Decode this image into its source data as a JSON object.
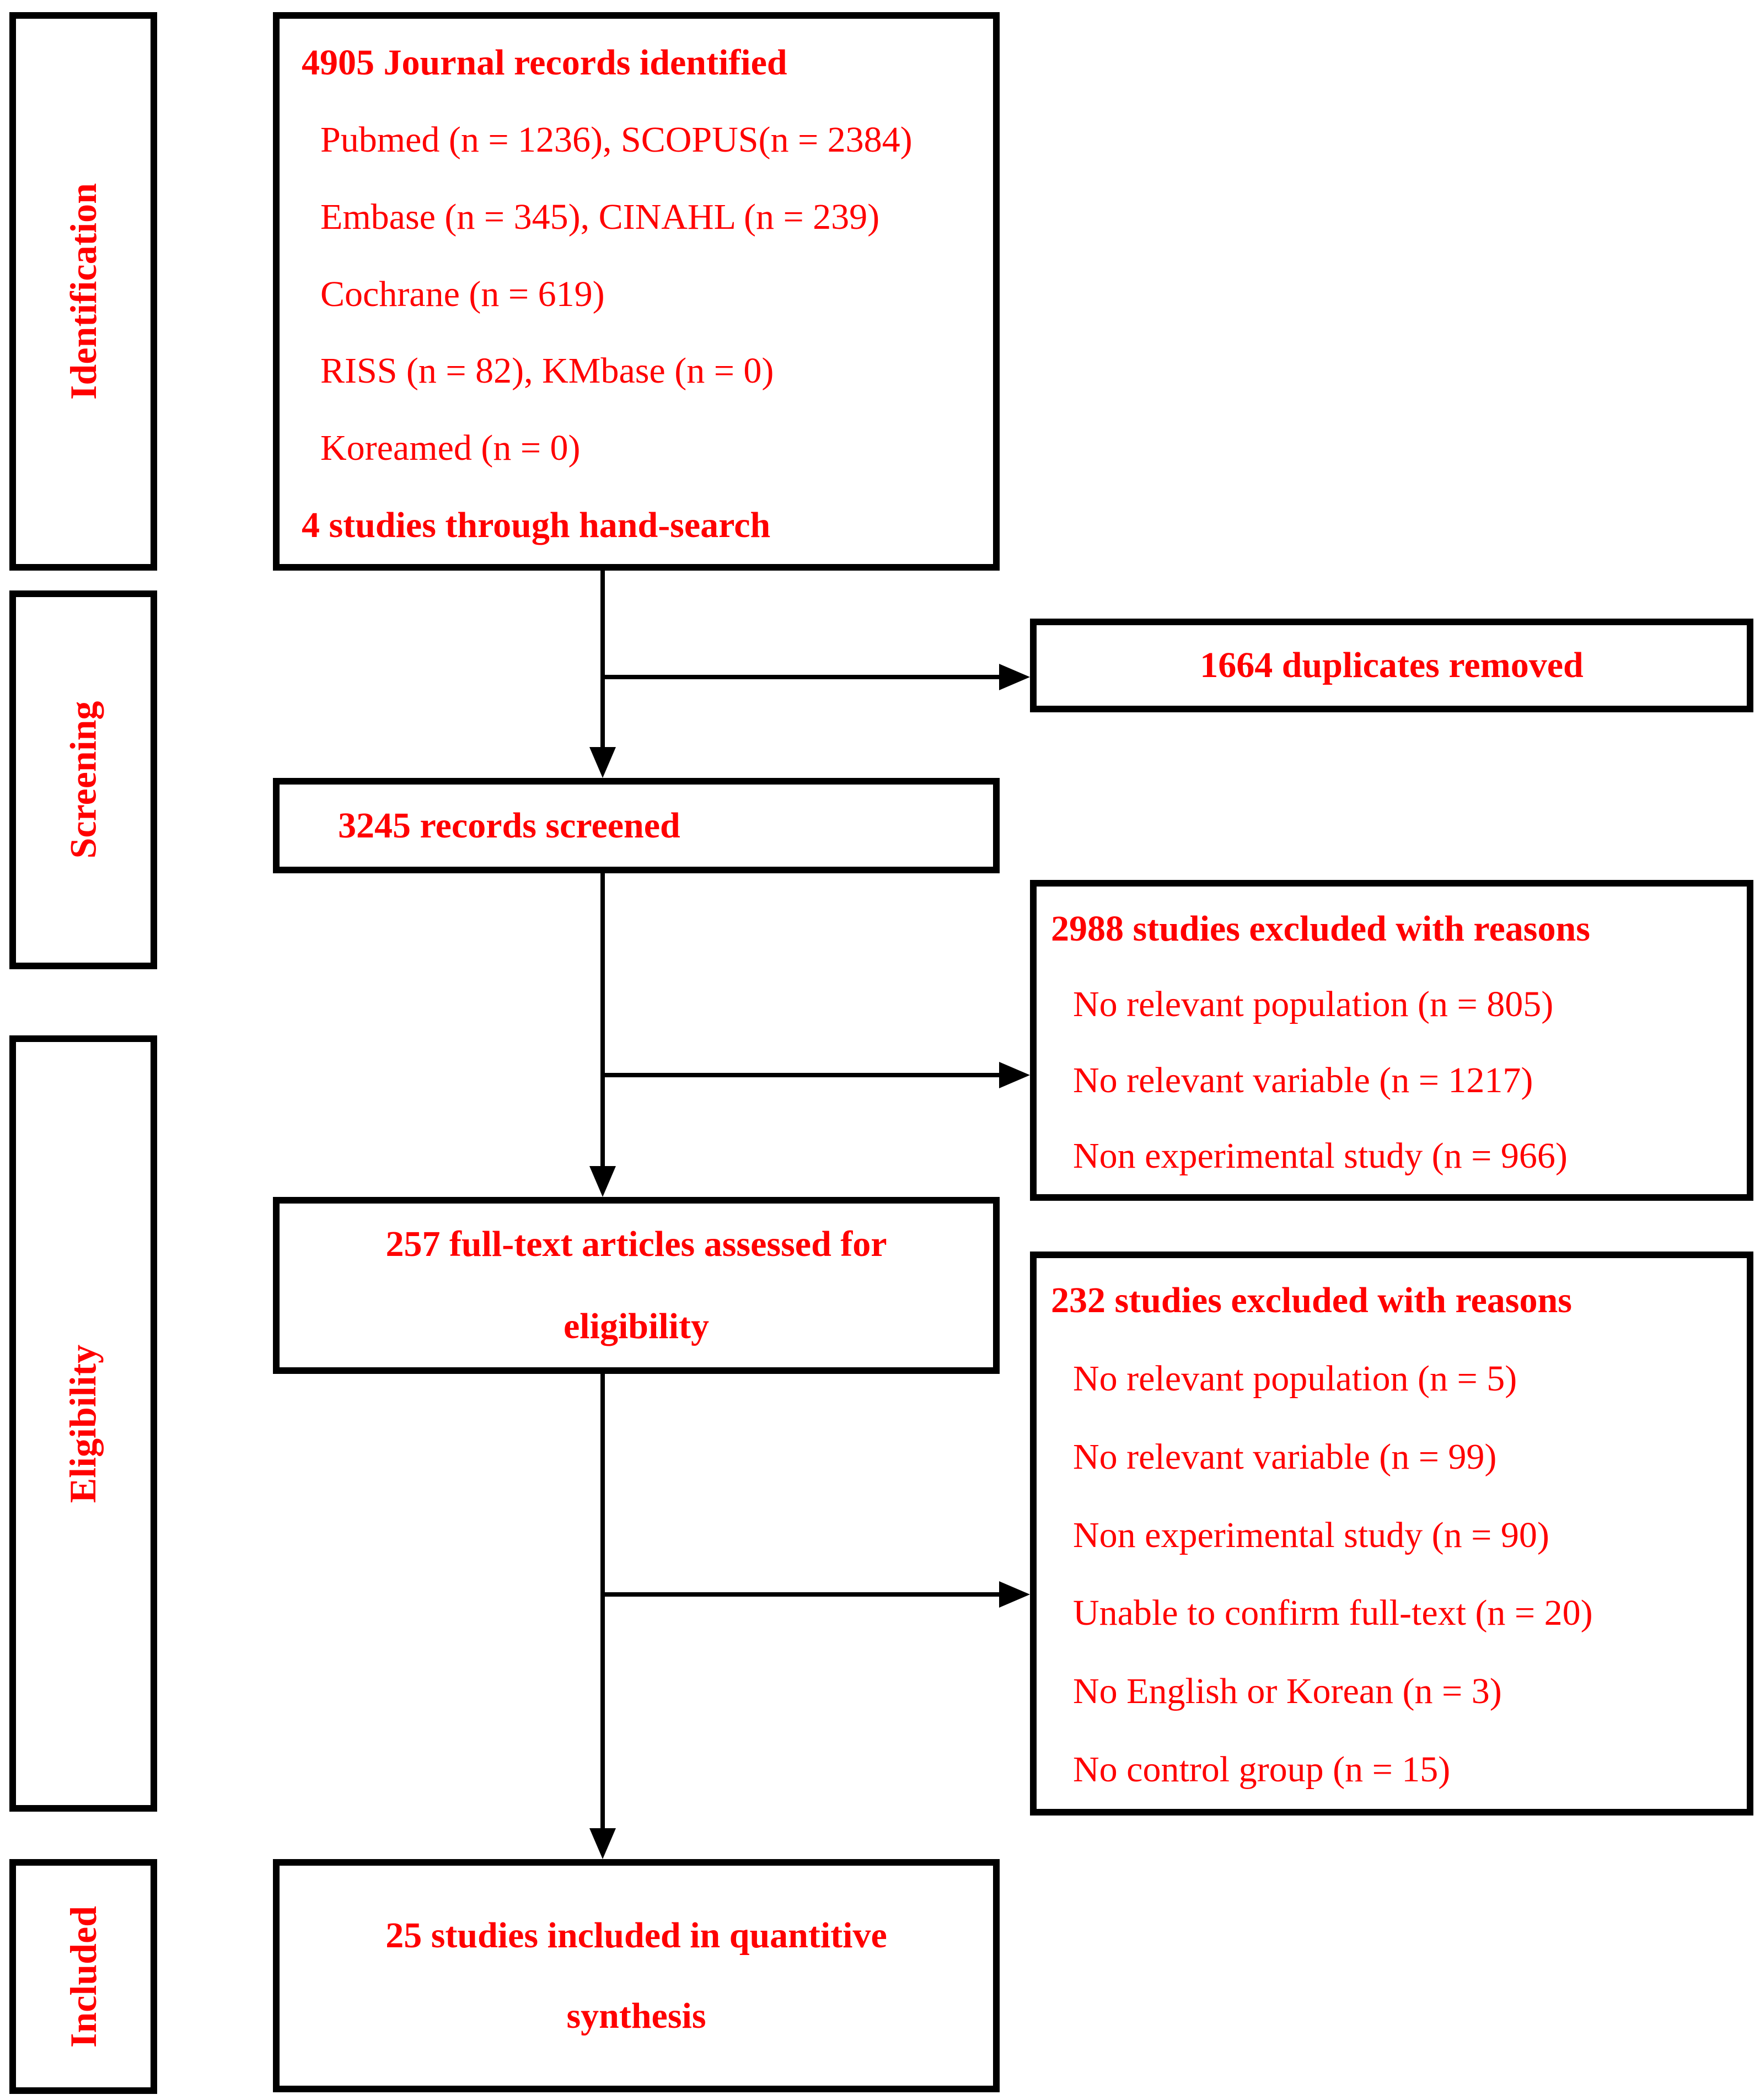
{
  "colors": {
    "text": "#ff0000",
    "line": "#000000",
    "background": "#ffffff"
  },
  "stages": [
    {
      "label": "Identification"
    },
    {
      "label": "Screening"
    },
    {
      "label": "Eligibility"
    },
    {
      "label": "Included"
    }
  ],
  "boxes": {
    "identified": {
      "title": "4905 Journal records identified",
      "lines": [
        "Pubmed (n = 1236), SCOPUS(n = 2384)",
        "Embase (n = 345), CINAHL (n = 239)",
        "Cochrane (n = 619)",
        "RISS (n = 82), KMbase (n = 0)",
        "Koreamed (n = 0)"
      ],
      "footer": "4 studies through hand-search"
    },
    "duplicates": {
      "title": "1664 duplicates removed"
    },
    "screened": {
      "title": "3245 records screened"
    },
    "excluded_screening": {
      "title": "2988 studies excluded with reasons",
      "lines": [
        "No relevant population (n = 805)",
        "No relevant variable (n = 1217)",
        "Non experimental study (n = 966)"
      ]
    },
    "fulltext": {
      "line1": "257 full-text articles assessed for",
      "line2": "eligibility"
    },
    "excluded_eligibility": {
      "title": "232 studies excluded with reasons",
      "lines": [
        "No relevant population (n = 5)",
        "No relevant variable (n = 99)",
        "Non experimental study (n = 90)",
        "Unable to confirm full-text (n = 20)",
        "No English or Korean (n = 3)",
        "No control group (n = 15)"
      ]
    },
    "included": {
      "line1": "25 studies included in quantitive",
      "line2": "synthesis"
    }
  }
}
